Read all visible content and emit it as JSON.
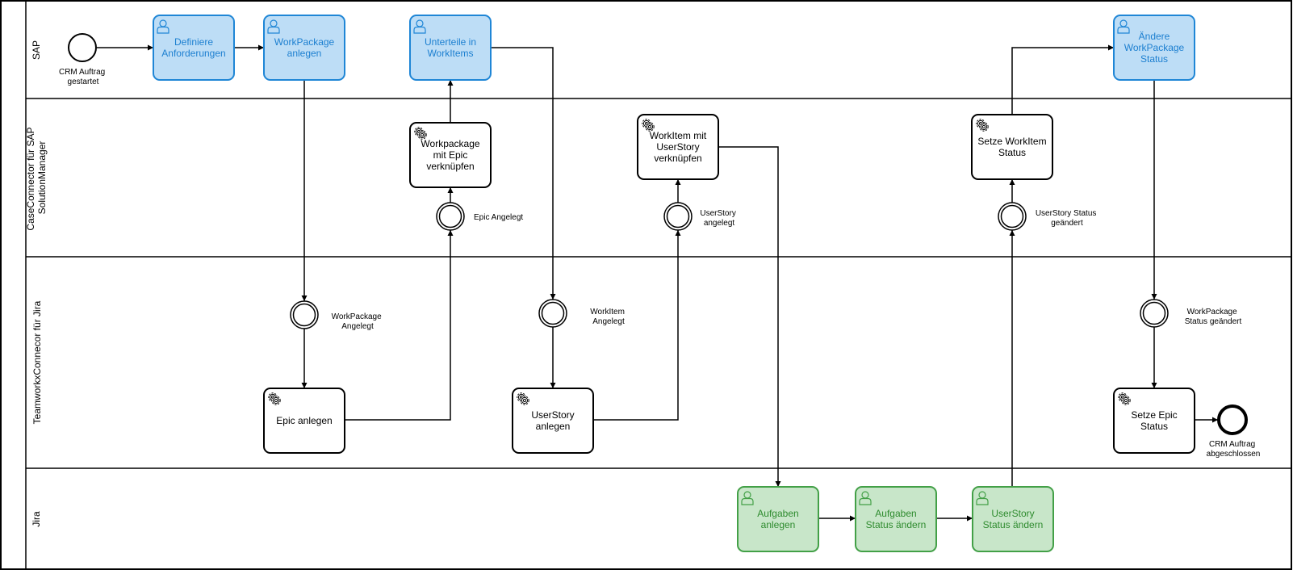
{
  "colors": {
    "sap_fill": "#bdddf6",
    "sap_stroke": "#1f86d6",
    "sap_text": "#1c7fd0",
    "jira_fill": "#c8e6c9",
    "jira_stroke": "#43a047",
    "jira_text": "#2e8b2e",
    "line": "#000000"
  },
  "lanes": {
    "sap": "SAP",
    "solman": [
      "CaseConnector für SAP",
      "SolutionManager"
    ],
    "teamworkx": "TeamworkxConnecor für Jira",
    "jira": "Jira"
  },
  "events": {
    "start": [
      "CRM Auftrag",
      "gestartet"
    ],
    "epic_angelegt": [
      "Epic Angelegt"
    ],
    "userstory_angelegt": [
      "UserStory",
      "angelegt"
    ],
    "userstory_status": [
      "UserStory Status",
      "geändert"
    ],
    "workpackage_angelegt": [
      "WorkPackage",
      "Angelegt"
    ],
    "workitem_angelegt": [
      "WorkItem",
      "Angelegt"
    ],
    "workpackage_status": [
      "WorkPackage",
      "Status geändert"
    ],
    "end": [
      "CRM Auftrag",
      "abgeschlossen"
    ]
  },
  "tasks": {
    "definiere": [
      "Definiere",
      "Anforderungen"
    ],
    "workpackage_anlegen": [
      "WorkPackage",
      "anlegen"
    ],
    "unterteile": [
      "Unterteile in",
      "WorkItems"
    ],
    "aendere_wp": [
      "Ändere",
      "WorkPackage",
      "Status"
    ],
    "wp_epic": [
      "Workpackage",
      "mit Epic",
      "verknüpfen"
    ],
    "wi_us": [
      "WorkItem mit",
      "UserStory",
      "verknüpfen"
    ],
    "setze_wi": [
      "Setze WorkItem",
      "Status"
    ],
    "epic_anlegen": [
      "Epic anlegen"
    ],
    "us_anlegen": [
      "UserStory",
      "anlegen"
    ],
    "setze_epic": [
      "Setze Epic",
      "Status"
    ],
    "aufgaben_anlegen": [
      "Aufgaben",
      "anlegen"
    ],
    "aufgaben_status": [
      "Aufgaben",
      "Status ändern"
    ],
    "us_status": [
      "UserStory",
      "Status ändern"
    ]
  }
}
